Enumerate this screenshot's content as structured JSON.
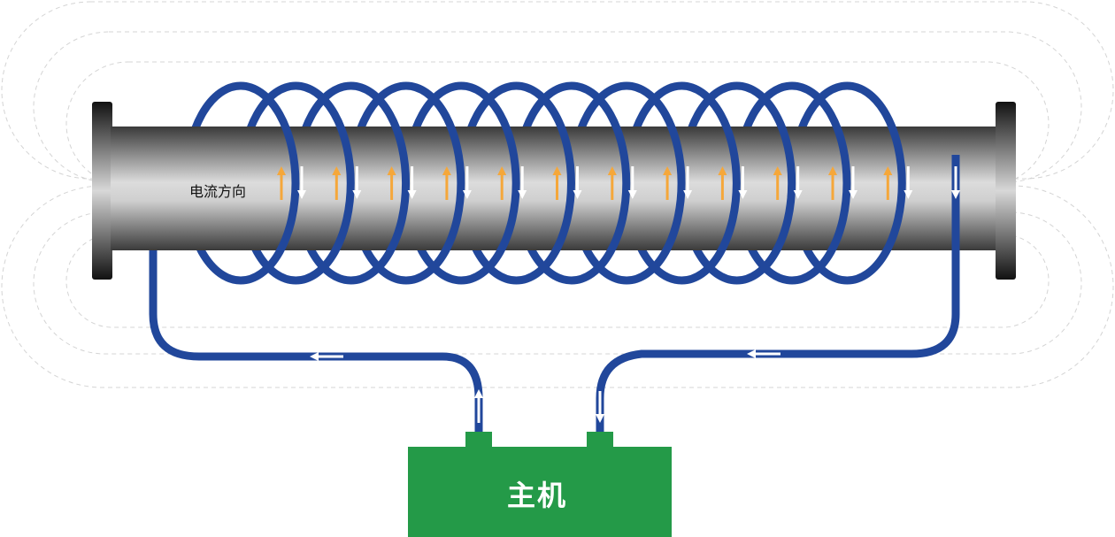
{
  "labels": {
    "current_direction": "电流方向",
    "host": "主机"
  },
  "colors": {
    "coil": "#21479b",
    "host": "#249a48",
    "current_arrow": "#f5a73a",
    "flow_arrow": "#ffffff"
  },
  "coil_turns": 12
}
